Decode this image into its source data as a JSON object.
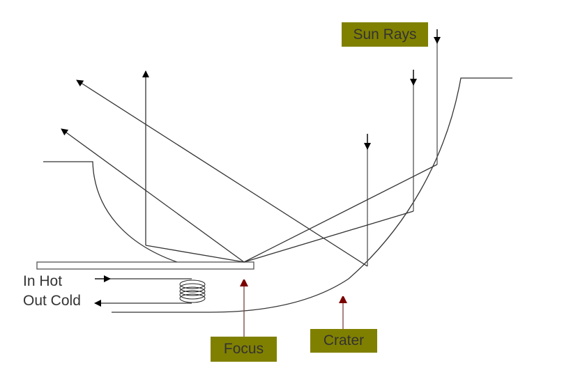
{
  "labels": {
    "sun_rays": "Sun Rays",
    "focus": "Focus",
    "crater": "Crater",
    "in_hot": "In Hot",
    "out_cold": "Out Cold"
  },
  "colors": {
    "label_box": "#808000",
    "pointer_arrow": "#7a0000",
    "line": "#222222"
  }
}
